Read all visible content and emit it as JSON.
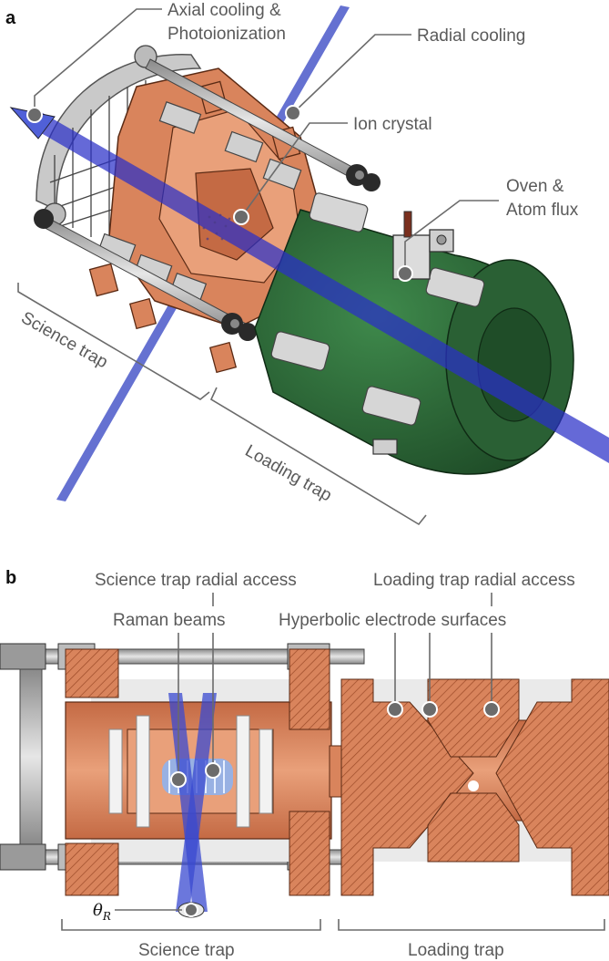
{
  "panels": {
    "a": {
      "label": "a",
      "callouts": {
        "axial": "Axial cooling &",
        "axial2": "Photoionization",
        "radial": "Radial cooling",
        "ion": "Ion crystal",
        "oven": "Oven &",
        "oven2": "Atom flux"
      },
      "brackets": {
        "science": "Science trap",
        "loading": "Loading trap"
      }
    },
    "b": {
      "label": "b",
      "callouts": {
        "science_radial": "Science trap radial access",
        "loading_radial": "Loading trap radial access",
        "raman": "Raman beams",
        "hyperbolic": "Hyperbolic electrode surfaces",
        "theta": "θ",
        "theta_sub": "R"
      },
      "brackets": {
        "science": "Science trap",
        "loading": "Loading trap"
      }
    }
  },
  "colors": {
    "copper": "#d9845c",
    "copper_dark": "#b8633d",
    "green": "#2f6b3a",
    "green_dark": "#1f4d28",
    "beam": "#2a2fc8",
    "steel": "#c8c8c8",
    "callout": "#6b6b6b"
  }
}
